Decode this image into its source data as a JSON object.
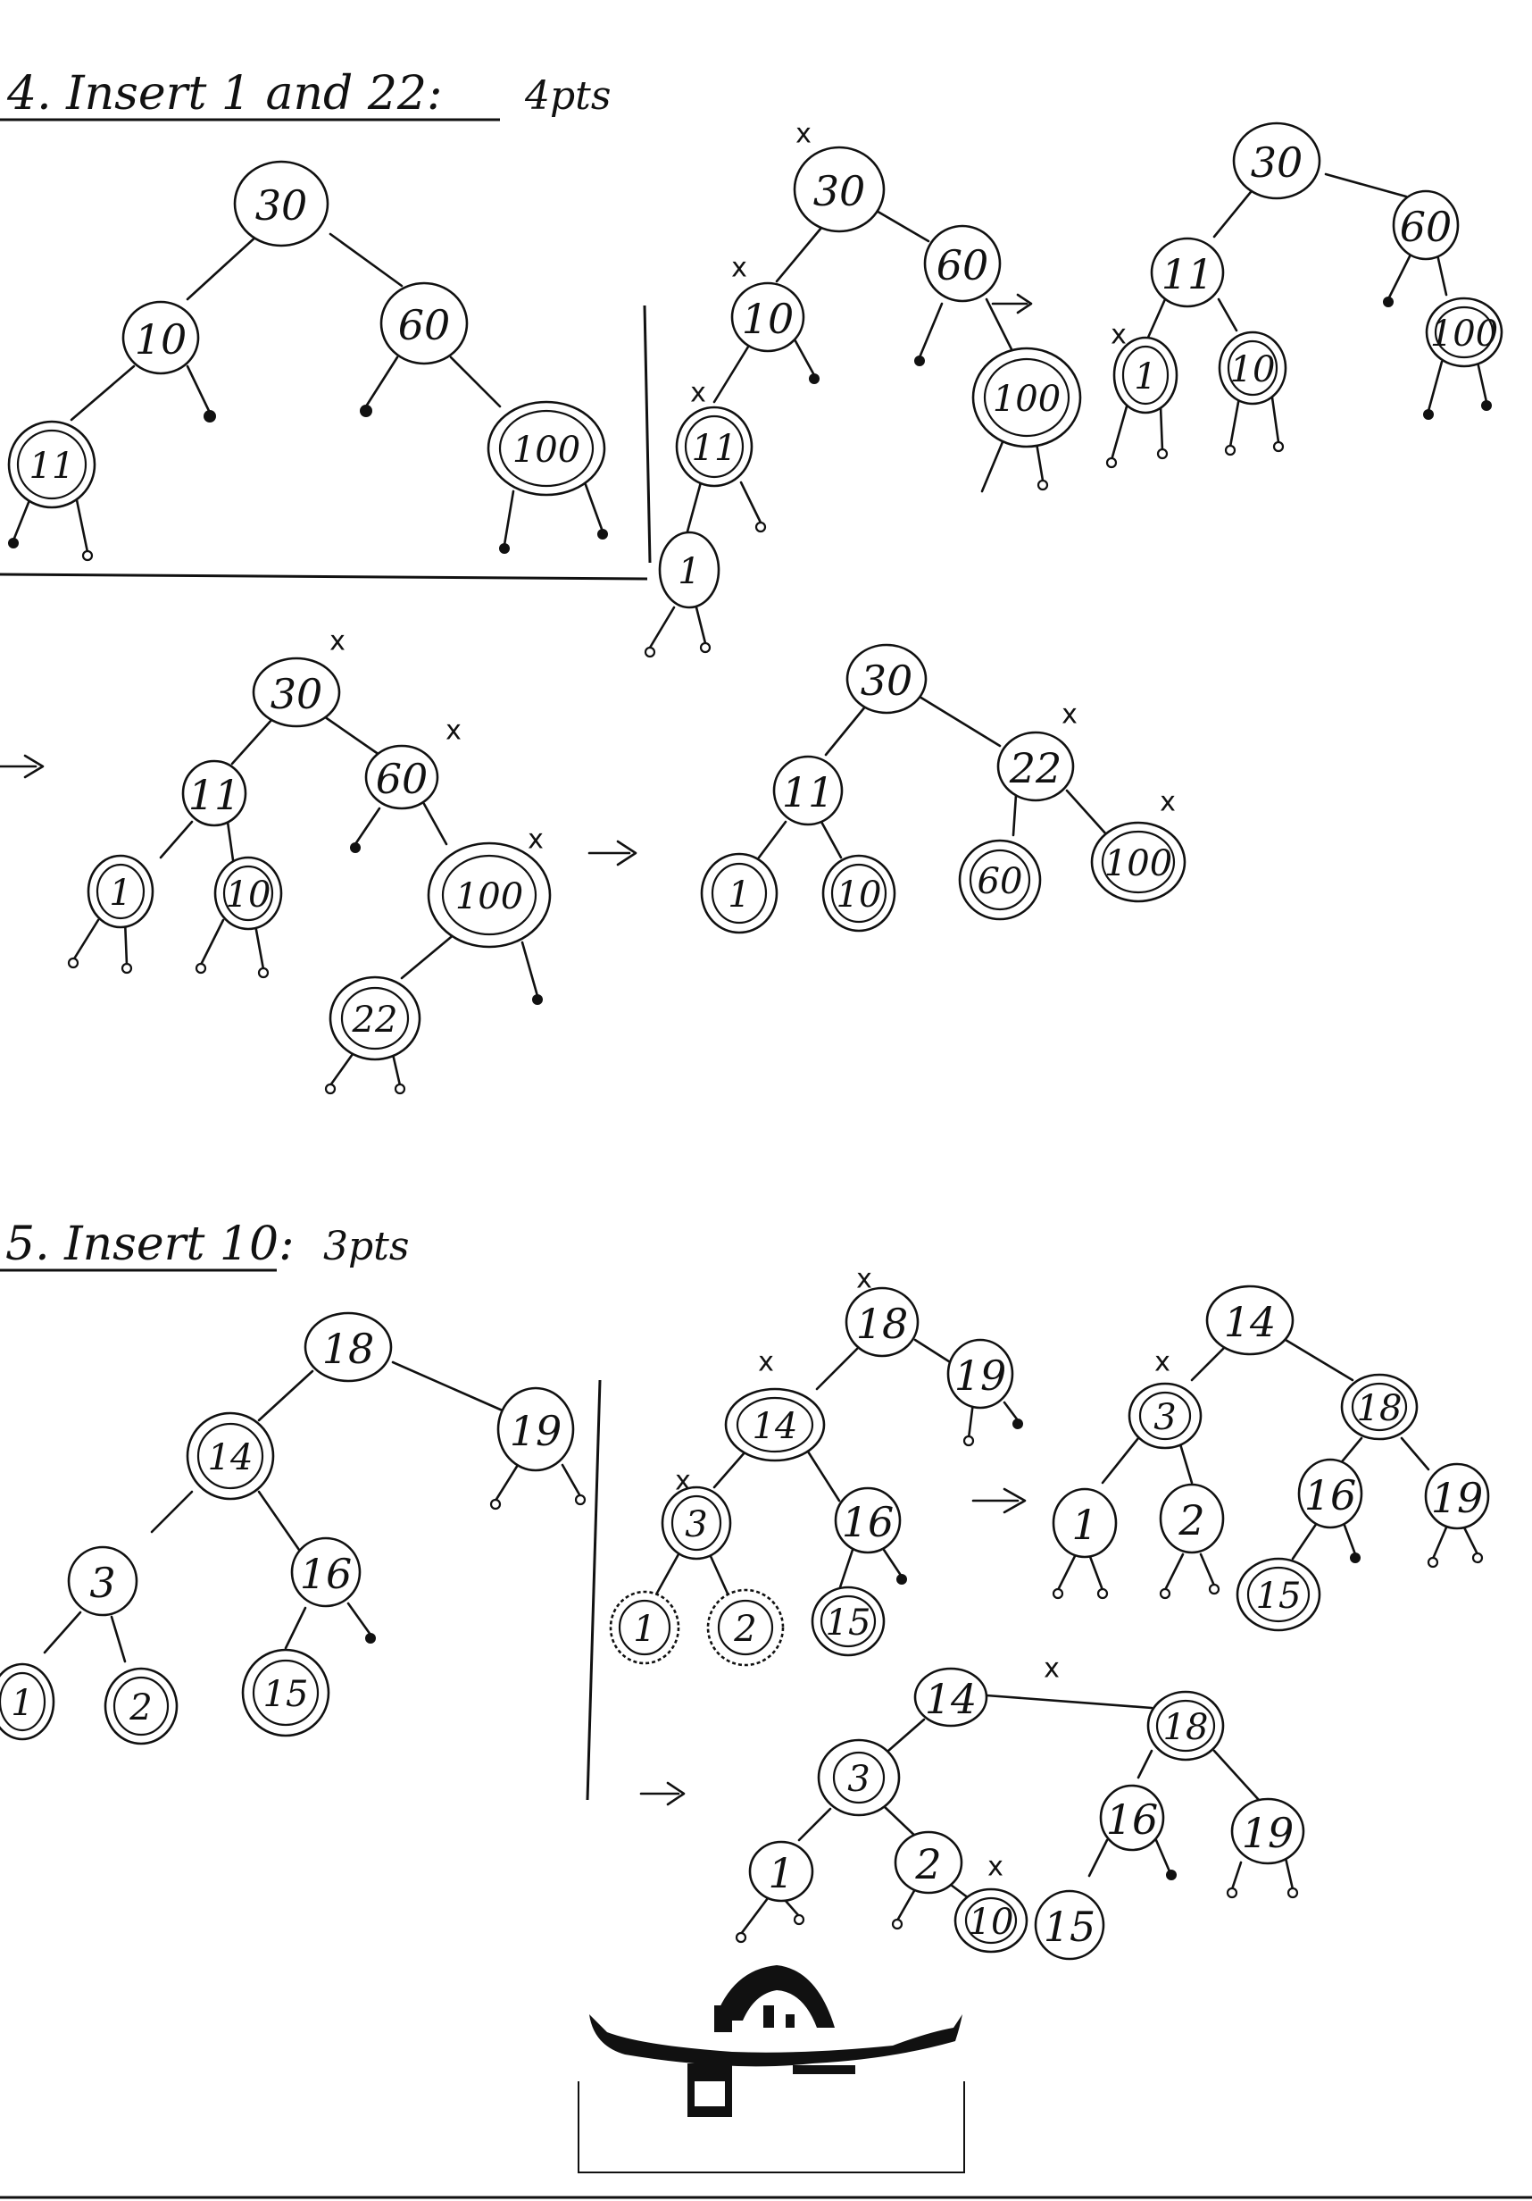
{
  "problem4": {
    "heading_main": "4. Insert 1 and 22:",
    "heading_points": "4pts",
    "marks": [
      "x",
      "x",
      "x",
      "x",
      "x",
      "x",
      "x",
      "x",
      "x"
    ],
    "tree_a": {
      "nodes": [
        "30",
        "10",
        "60",
        "11",
        "100"
      ]
    },
    "tree_b": {
      "nodes": [
        "30",
        "10",
        "60",
        "11",
        "100",
        "1"
      ]
    },
    "tree_c": {
      "nodes": [
        "30",
        "11",
        "60",
        "1",
        "10",
        "100"
      ]
    },
    "tree_d": {
      "nodes": [
        "30",
        "11",
        "60",
        "1",
        "10",
        "100",
        "22"
      ]
    },
    "tree_e": {
      "nodes": [
        "30",
        "11",
        "22",
        "1",
        "10",
        "60",
        "100"
      ]
    }
  },
  "problem5": {
    "heading_main": "5. Insert 10:",
    "heading_points": "3pts",
    "marks": [
      "x",
      "x",
      "x",
      "x",
      "x",
      "x"
    ],
    "tree_a": {
      "nodes": [
        "18",
        "14",
        "19",
        "3",
        "16",
        "1",
        "2",
        "15"
      ]
    },
    "tree_b": {
      "nodes": [
        "18",
        "14",
        "19",
        "3",
        "16",
        "1",
        "2",
        "15"
      ]
    },
    "tree_c": {
      "nodes": [
        "14",
        "3",
        "18",
        "1",
        "2",
        "16",
        "19",
        "15"
      ]
    },
    "tree_d": {
      "nodes": [
        "14",
        "3",
        "18",
        "1",
        "2",
        "10",
        "16",
        "19",
        "15"
      ]
    }
  }
}
